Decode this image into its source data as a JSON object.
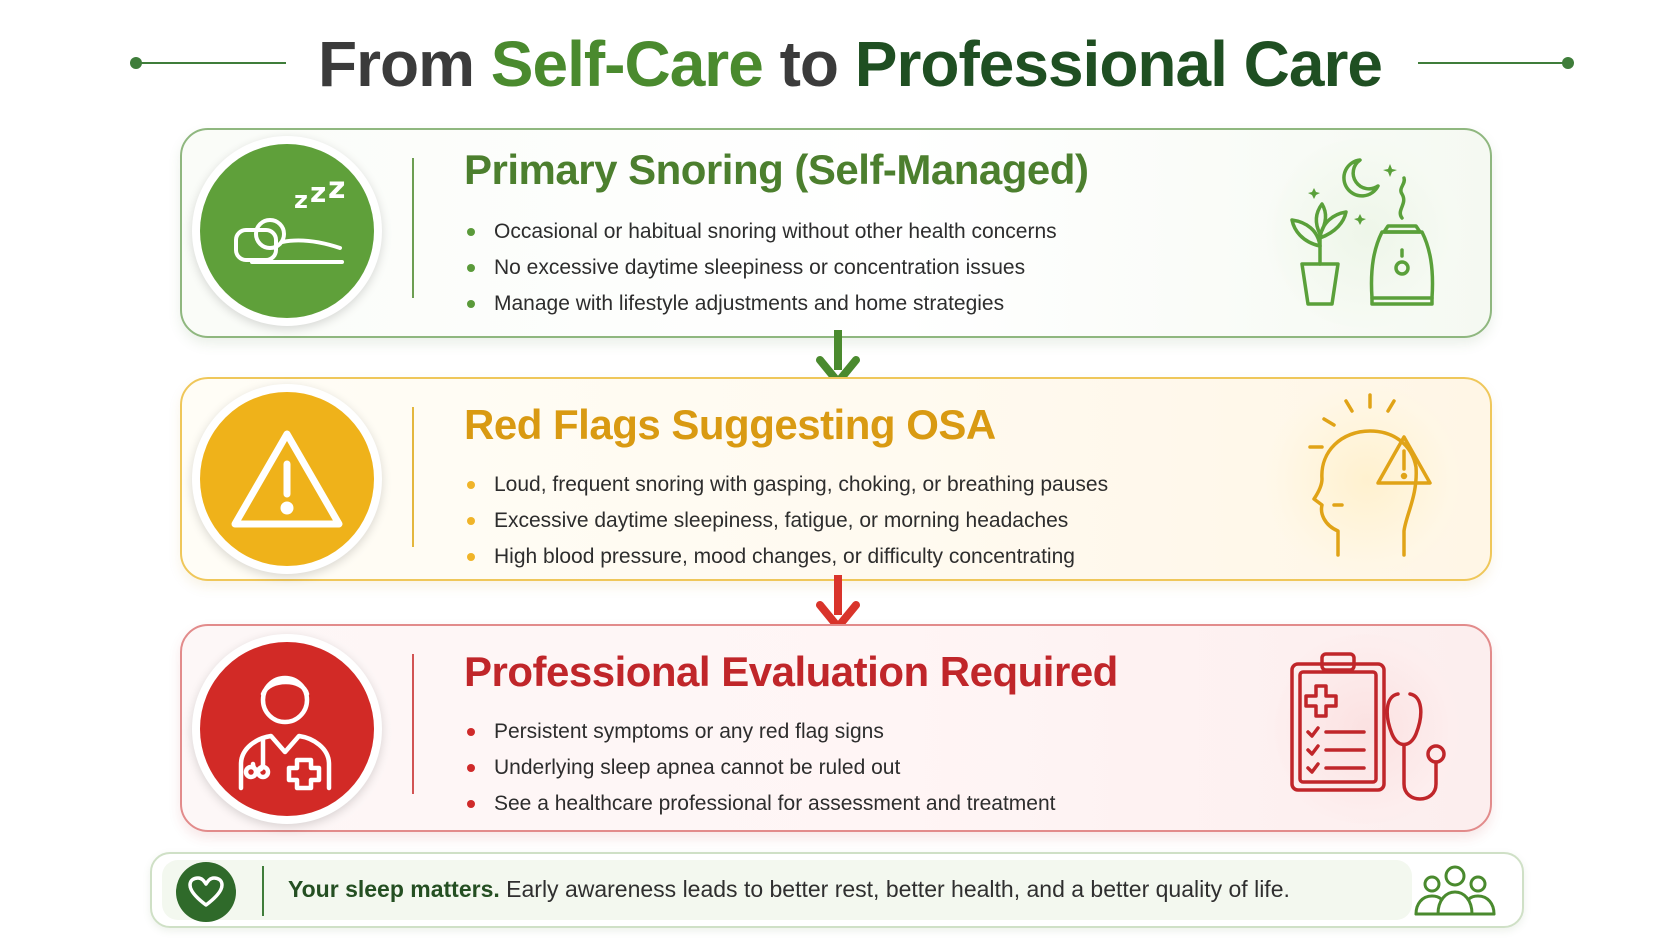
{
  "title": {
    "part1": "From ",
    "part2": "Self-Care",
    "part3": " to ",
    "part4": "Professional Care"
  },
  "cards": [
    {
      "title": "Primary Snoring (Self-Managed)",
      "color": "#5fa03a",
      "icon": "sleeping-person-icon",
      "illustration": "plant-and-humidifier-icon",
      "bullets": [
        "Occasional or habitual snoring without other health concerns",
        "No excessive daytime sleepiness or concentration issues",
        "Manage with lifestyle adjustments and home strategies"
      ]
    },
    {
      "title": "Red Flags Suggesting OSA",
      "color": "#efb21a",
      "icon": "warning-triangle-icon",
      "illustration": "head-with-warning-icon",
      "bullets": [
        "Loud, frequent snoring with gasping, choking, or breathing pauses",
        "Excessive daytime sleepiness, fatigue, or morning headaches",
        "High blood pressure, mood changes, or difficulty concentrating"
      ]
    },
    {
      "title": "Professional Evaluation Required",
      "color": "#d22a26",
      "icon": "doctor-icon",
      "illustration": "clipboard-stethoscope-icon",
      "bullets": [
        "Persistent symptoms or any red flag signs",
        "Underlying sleep apnea cannot be ruled out",
        "See a healthcare professional for assessment and treatment"
      ]
    }
  ],
  "arrows": [
    {
      "color": "#4a8a2e",
      "icon": "arrow-down-icon"
    },
    {
      "color": "#d9342b",
      "icon": "arrow-down-icon"
    }
  ],
  "footer": {
    "bold": "Your sleep matters.",
    "text": " Early awareness leads to better rest, better health, and a better quality of life.",
    "left_icon": "heart-icon",
    "right_icon": "people-group-icon"
  }
}
